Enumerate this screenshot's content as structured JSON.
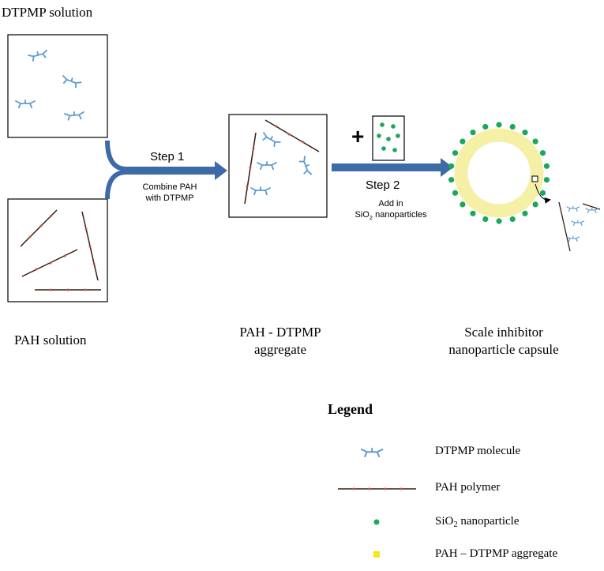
{
  "labels": {
    "dtpmp_solution": "DTPMP solution",
    "pah_solution": "PAH solution",
    "aggregate_line1": "PAH - DTPMP",
    "aggregate_line2": "aggregate",
    "capsule_line1": "Scale inhibitor",
    "capsule_line2": "nanoparticle capsule"
  },
  "steps": {
    "step1_title": "Step 1",
    "step1_line1": "Combine PAH",
    "step1_line2": "with DTPMP",
    "plus": "+",
    "step2_title": "Step 2",
    "step2_line1": "Add in",
    "step2_line2_pre": "SiO",
    "step2_line2_sub": "2",
    "step2_line2_post": " nanoparticles"
  },
  "legend": {
    "title": "Legend",
    "dtpmp": "DTPMP molecule",
    "pah": "PAH polymer",
    "sio2_pre": "SiO",
    "sio2_sub": "2",
    "sio2_post": " nanoparticle",
    "aggregate": "PAH – DTPMP aggregate"
  },
  "colors": {
    "dtpmp": "#5b9bd5",
    "pah_line": "#3a1a10",
    "pah_dot": "#c0504d",
    "nanoparticle": "#1aa85a",
    "aggregate_fill": "#f5f0a6",
    "arrow": "#3f6aa8",
    "legend_aggregate": "#f0e81a"
  }
}
